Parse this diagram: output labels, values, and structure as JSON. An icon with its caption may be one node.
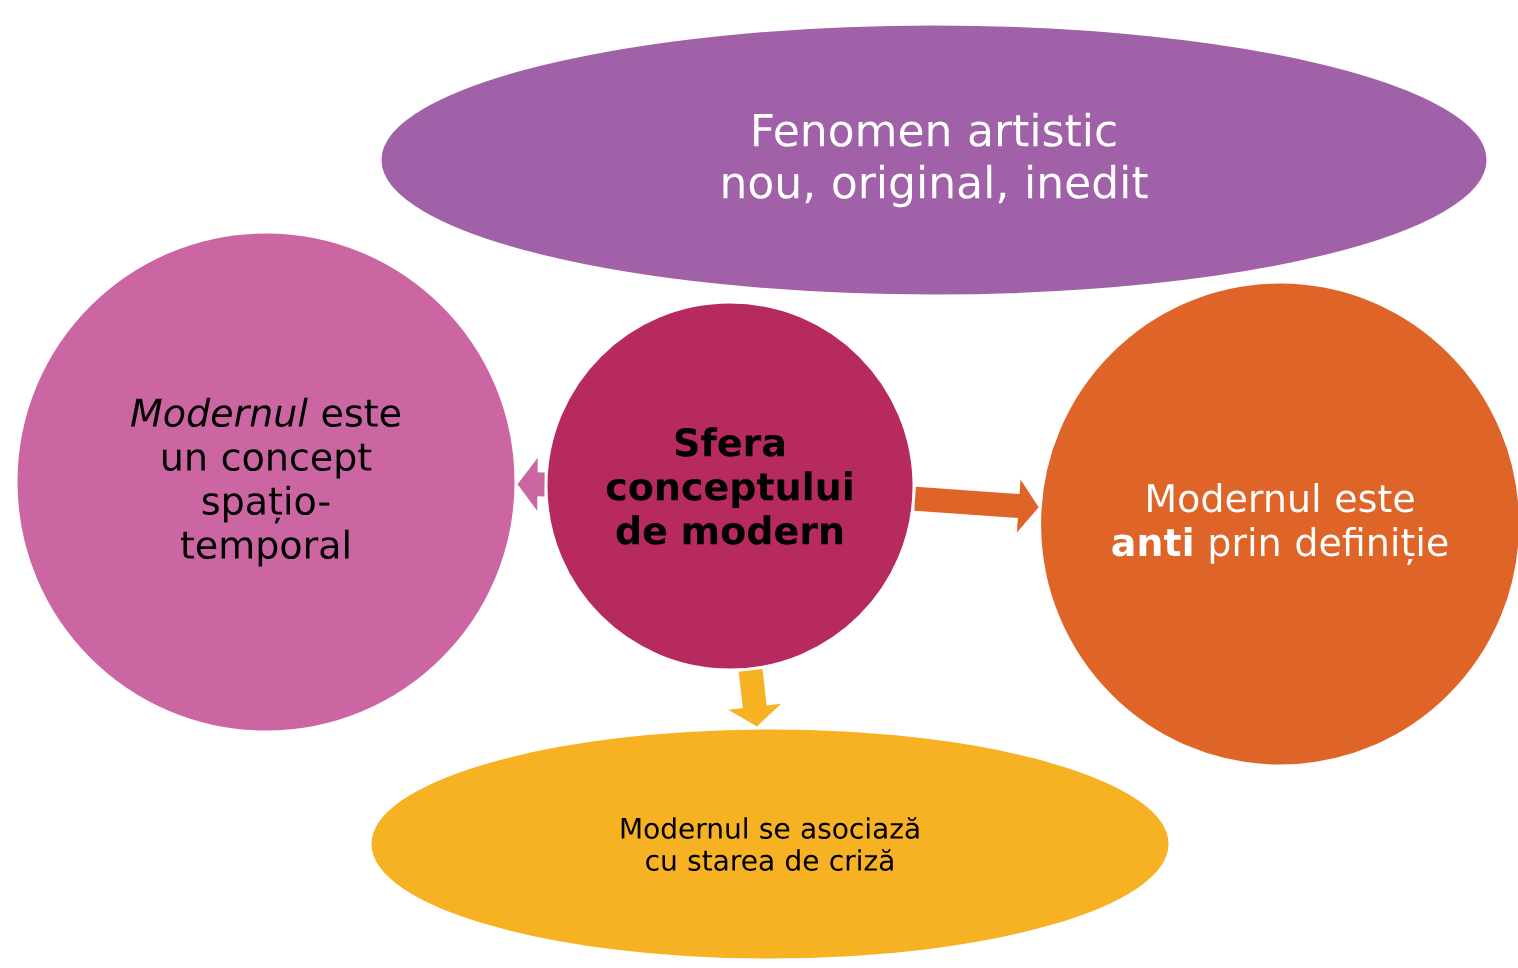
{
  "diagram": {
    "nodes": [
      {
        "text": [
          "Fenomen artistic nou, original, inedit"
        ]
      },
      {
        "text": [
          "*Modernul* este un concept spațio-temporal"
        ]
      },
      {
        "text": [
          "Sfera conceptului de modern"
        ]
      },
      {
        "text": [
          "Modernul este **anti** prin definiție"
        ]
      },
      {
        "text": [
          "Modernul se asociază cu starea de criză"
        ]
      }
    ],
    "edges": [
      {
        "from": 2,
        "to": 1,
        "arrow": "to",
        "color": "#cc66a2"
      },
      {
        "from": 2,
        "to": 3,
        "arrow": "to",
        "color": "#df6427"
      },
      {
        "from": 2,
        "to": 4,
        "arrow": "to",
        "color": "#f7b224"
      }
    ]
  }
}
